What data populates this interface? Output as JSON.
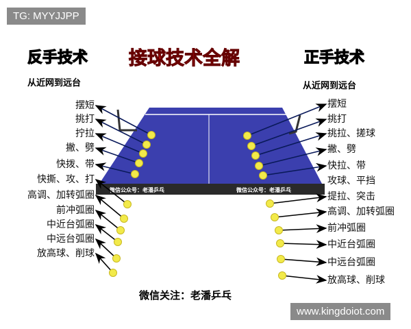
{
  "watermark_top": "TG: MYYJJPP",
  "watermark_bottom": "www.kingdoiot.com",
  "title": "接球技术全解",
  "backhand": {
    "heading": "反手技术",
    "subheading": "从近网到远台",
    "items": [
      "摆短",
      "挑打",
      "拧拉",
      "撇、劈",
      "快拨、带",
      "快撕、攻、打",
      "高调、加转弧圈",
      "前冲弧圈",
      "中近台弧圈",
      "中远台弧圈",
      "放高球、削球"
    ]
  },
  "forehand": {
    "heading": "正手技术",
    "subheading": "从近网到远台",
    "items": [
      "摆短",
      "挑打",
      "挑拉、搓球",
      "撇、劈",
      "快拉、带",
      "攻球、平挡",
      "提拉、突击",
      "高调、加转弧圈",
      "前冲弧圈",
      "中近台弧圈",
      "中远台弧圈",
      "放高球、削球"
    ]
  },
  "table_label_left": "微信公众号：老潘乒乓",
  "table_label_right": "微信公众号：老潘乒乓",
  "footer": "微信关注：老潘乒乓",
  "colors": {
    "table": "#3b3fae",
    "title": "#e0141a",
    "ball": "#f2ea4a",
    "skirt": "#2a2a2a"
  }
}
